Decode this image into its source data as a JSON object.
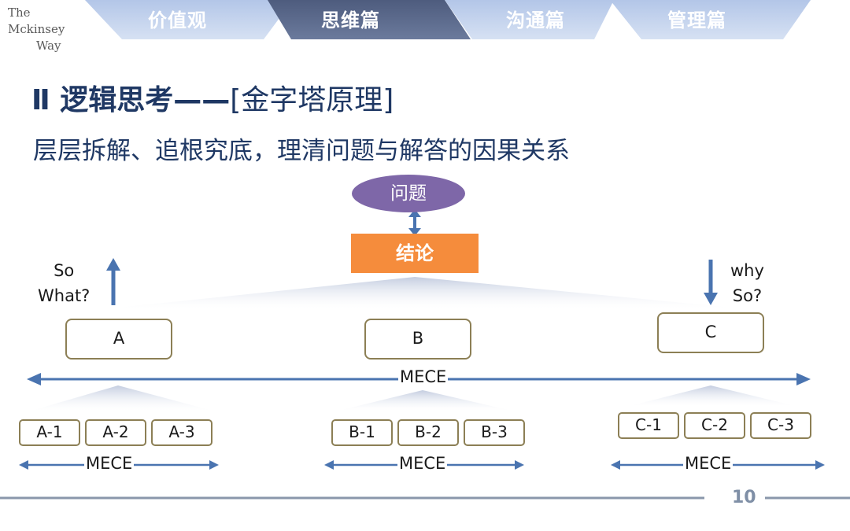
{
  "logo": {
    "line1": "The",
    "line2": "Mckinsey",
    "line3": "Way"
  },
  "nav": {
    "tabs": [
      {
        "label": "价值观",
        "active": false
      },
      {
        "label": "思维篇",
        "active": true
      },
      {
        "label": "沟通篇",
        "active": false
      },
      {
        "label": "管理篇",
        "active": false
      }
    ],
    "colors": {
      "inactive": "#c9d6ee",
      "active": "#5d6b8c"
    }
  },
  "title": {
    "prefix": "Ⅱ 逻辑思考——",
    "bracket": "[金字塔原理]"
  },
  "subtitle": "层层拆解、追根究底，理清问题与解答的因果关系",
  "diagram": {
    "question": "问题",
    "conclusion": "结论",
    "so_what": {
      "line1": "So",
      "line2": "What?"
    },
    "why_so": {
      "line1": "why",
      "line2": "So?"
    },
    "level1": [
      "A",
      "B",
      "C"
    ],
    "mece_main": "MECE",
    "groups": [
      {
        "items": [
          "A-1",
          "A-2",
          "A-3"
        ],
        "mece": "MECE"
      },
      {
        "items": [
          "B-1",
          "B-2",
          "B-3"
        ],
        "mece": "MECE"
      },
      {
        "items": [
          "C-1",
          "C-2",
          "C-3"
        ],
        "mece": "MECE"
      }
    ],
    "colors": {
      "question": "#7e67a8",
      "conclusion": "#f58c3c",
      "arrow": "#4a74b0",
      "box_border": "#8c7f55"
    }
  },
  "footer": {
    "page_number": "10"
  }
}
